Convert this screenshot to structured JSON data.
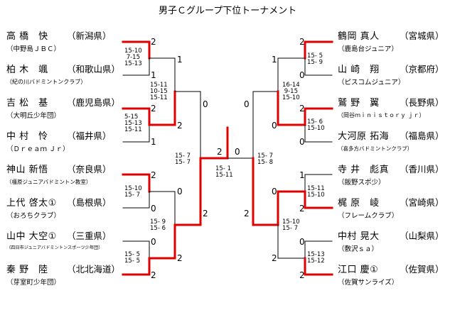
{
  "title": "男子Ｃグループ下位トーナメント",
  "left_players": [
    {
      "name": "高 橋　快",
      "pref": "（新潟県）",
      "club": "（中野島ＪＢＣ）"
    },
    {
      "name": "柏 木　颯",
      "pref": "（和歌山県）",
      "club": "（紀の川バドミントンクラブ）"
    },
    {
      "name": "吉 松　基",
      "pref": "（鹿児島県）",
      "club": "（大明丘少年団）"
    },
    {
      "name": "中 村　怜",
      "pref": "（福井県）",
      "club": "（Ｄｒｅａｍ Ｊｒ）"
    },
    {
      "name": "神山 新悟",
      "pref": "（奈良県）",
      "club": "（橿原ジュニアバドミントン教室）"
    },
    {
      "name": "上代 啓太①",
      "pref": "（島根県）",
      "club": "（おろちクラブ）"
    },
    {
      "name": "山中 大空①",
      "pref": "（三重県）",
      "club": "（四日市ジュニアバドミントンスポーツ少年団）"
    },
    {
      "name": "秦 野　陸",
      "pref": "（北北海道）",
      "club": "（芽室町少年団）"
    }
  ],
  "right_players": [
    {
      "name": "鶴岡 真人",
      "pref": "（宮城県）",
      "club": "（鹿島台ジュニア）"
    },
    {
      "name": "山 崎　翔",
      "pref": "（京都府）",
      "club": "（ピスコムジュニア）"
    },
    {
      "name": "鷲 野　翼",
      "pref": "（長野県）",
      "club": "（岡谷ｍｉｎｉｓｔｏｒｙ ｊｒ）"
    },
    {
      "name": "大河原 拓海",
      "pref": "（福島県）",
      "club": "（喜多方バドミントンクラブ）"
    },
    {
      "name": "寺 井　彪真",
      "pref": "（香川県）",
      "club": "（飯野スポ少）"
    },
    {
      "name": "梶 原　崚",
      "pref": "（宮崎県）",
      "club": "（フレームクラブ）"
    },
    {
      "name": "中村 晃大",
      "pref": "（山梨県）",
      "club": "（敷沢ｓａ）"
    },
    {
      "name": "江口 慶①",
      "pref": "（佐賀県）",
      "club": "（佐賀サンライズ）"
    }
  ],
  "scores": {
    "l_r1_m1": "15-10\n 7-15\n15-13",
    "l_r1_m2": "5-15\n15-13\n15-11",
    "l_r1_m3": "15-10\n15- 7",
    "l_r1_m4": "15- 5\n15- 5",
    "l_r2_m1": "15-11\n10-15\n15-11",
    "l_r2_m2": "15- 9\n15- 6",
    "l_semi": "15- 7\n15- 7",
    "final": "15- 1\n15-11",
    "r_r1_m1": "15- 5\n15- 9",
    "r_r1_m2": "15- 6\n15-10",
    "r_r1_m3": "15-11\n15-10",
    "r_r1_m4": "15-13\n15-12",
    "r_r2_m1": "16-14\n 9-15\n15-10",
    "r_r2_m2": "15-10\n15- 7",
    "r_semi": "15- 7\n15- 8"
  },
  "win_counts": {
    "left_r1": [
      "2",
      "1",
      "2",
      "1",
      "2",
      "0",
      "0",
      "2"
    ],
    "left_r2": [
      "1",
      "2",
      "0",
      "2"
    ],
    "left_semi": [
      "0",
      "2"
    ],
    "final_left": "2",
    "final_right": "0",
    "right_semi": [
      "0",
      "2"
    ],
    "right_r2": [
      "1",
      "0",
      "0",
      "2"
    ],
    "right_r1": [
      "2",
      "0",
      "2",
      "0",
      "1",
      "2",
      "0",
      "2"
    ]
  },
  "colors": {
    "winner_line": "#e00000",
    "line": "#000000"
  }
}
